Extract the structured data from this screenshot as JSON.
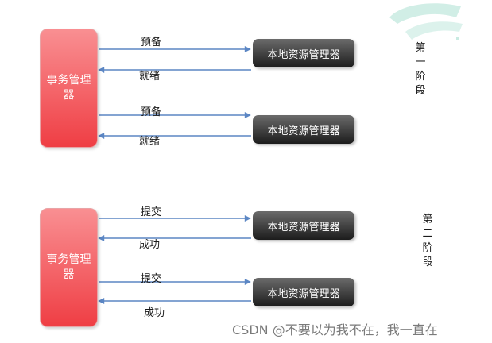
{
  "phase1": {
    "transaction_manager": "事务管理器",
    "phase_label": "第一阶段",
    "rows": [
      {
        "request": "预备",
        "response": "就绪",
        "resource_manager": "本地资源管理器"
      },
      {
        "request": "预备",
        "response": "就绪",
        "resource_manager": "本地资源管理器"
      }
    ]
  },
  "phase2": {
    "transaction_manager": "事务管理器",
    "phase_label": "第二阶段",
    "rows": [
      {
        "request": "提交",
        "response": "成功",
        "resource_manager": "本地资源管理器"
      },
      {
        "request": "提交",
        "response": "成功",
        "resource_manager": "本地资源管理器"
      }
    ]
  },
  "watermark": "CSDN @不要以为我不在，我一直在",
  "colors": {
    "transaction_manager": "#ef3e44",
    "resource_manager": "#2a2a2a",
    "arrow": "#5b86c4"
  }
}
